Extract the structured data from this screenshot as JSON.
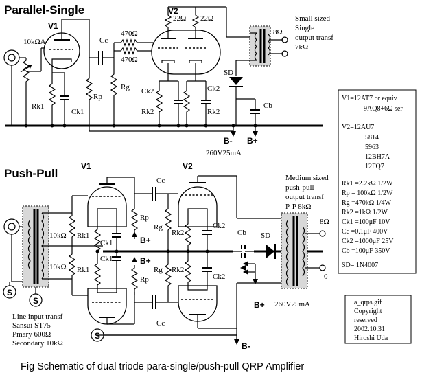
{
  "headings": {
    "parallel_single": "Parallel-Single",
    "push_pull": "Push-Pull"
  },
  "caption": "Fig  Schematic of dual triode para-single/push-pull QRP Amplifier",
  "ps_labels": {
    "v1": "V1",
    "v2": "V2",
    "input": "10kΩA",
    "cc": "Cc",
    "r470a": "470Ω",
    "r470b": "470Ω",
    "r22a": "22Ω",
    "r22b": "22Ω",
    "rp": "Rp",
    "rg": "Rg",
    "rk1": "Rk1",
    "ck1": "Ck1",
    "ck2a": "Ck2",
    "ck2b": "Ck2",
    "rk2a": "Rk2",
    "rk2b": "Rk2",
    "sd": "SD",
    "cb": "Cb",
    "out": "8Ω",
    "bminus": "B-",
    "bplus": "B+",
    "supply": "260V25mA",
    "xfmr_note": [
      "Small sized",
      "Single",
      "output transf",
      "7kΩ"
    ]
  },
  "pp_labels": {
    "v1": "V1",
    "v2": "V2",
    "cc_top": "Cc",
    "cc_bot": "Cc",
    "r10k_top": "10kΩ",
    "r10k_bot": "10kΩ",
    "rk1_top": "Rk1",
    "rk1_bot": "Rk1",
    "ck1_top": "Ck1",
    "ck1_bot": "Ck1",
    "rp_top": "Rp",
    "rp_bot": "Rp",
    "rg_top": "Rg",
    "rg_bot": "Rg",
    "rk2_top": "Rk2",
    "rk2_bot": "Rk2",
    "ck2_top": "Ck2",
    "ck2_bot": "Ck2",
    "bplus_a": "B+",
    "bplus_b": "B+",
    "bplus_c": "B+",
    "bminus": "B-",
    "cb": "Cb",
    "sd": "SD",
    "out": "8Ω",
    "zero": "0",
    "supply": "260V25mA",
    "s1": "S",
    "s2": "S",
    "s3": "S",
    "xfmr_note": [
      "Medium sized",
      "push-pull",
      "output transf",
      "P-P 8kΩ"
    ],
    "input_note": [
      "Line input transf",
      "Sansui ST75",
      "Pmary 600Ω",
      "Secondary 10kΩ"
    ]
  },
  "parts": [
    "V1=12AT7 or equiv",
    "9AQ8+6Ω ser",
    "",
    "V2=12AU7",
    "5814",
    "5963",
    "12BH7A",
    "12FQ7",
    "",
    "Rk1 =2.2kΩ 1/2W",
    "Rp = 100kΩ 1/2W",
    "Rg =470kΩ 1/4W",
    "Rk2 =1kΩ 1/2W",
    "Ck1 =100μF 10V",
    "Cc =0.1μF 400V",
    "Ck2 =1000μF 25V",
    "Cb =100μF 350V",
    "",
    "SD= 1N4007"
  ],
  "file_info": [
    "a_qrps.gif",
    "Copyright",
    "reserved",
    "2002.10.31",
    "Hiroshi Uda"
  ]
}
